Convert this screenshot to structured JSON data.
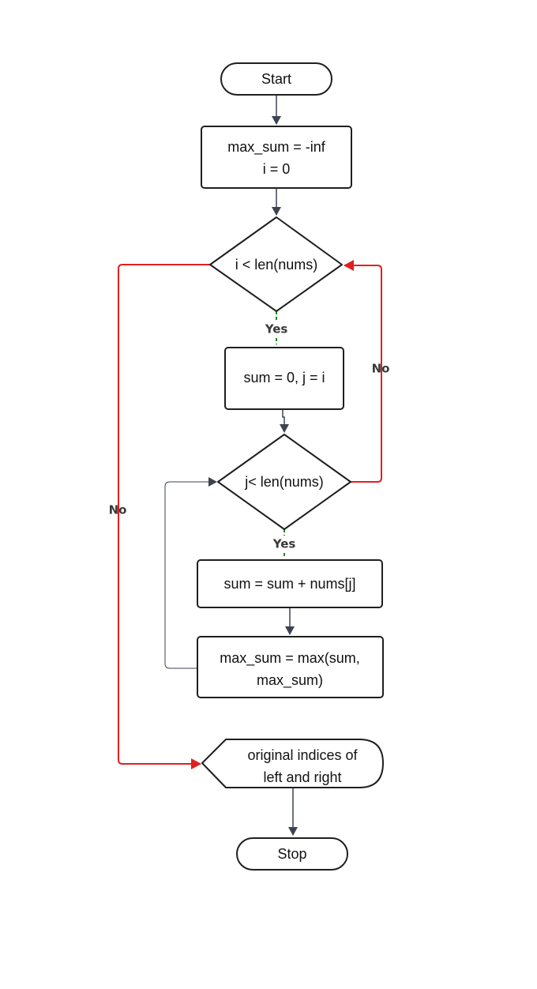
{
  "nodes": {
    "start": "Start",
    "init_line1": "max_sum = -inf",
    "init_line2": "i = 0",
    "cond_i": "i < len(nums)",
    "init_inner": "sum = 0, j = i",
    "cond_j": "j< len(nums)",
    "update_sum": "sum = sum + nums[j]",
    "update_max_line1": "max_sum = max(sum,",
    "update_max_line2": "max_sum)",
    "output_line1": "original indices of",
    "output_line2": "left and right",
    "stop": "Stop"
  },
  "edges": {
    "cond_i_yes": "Yes",
    "cond_j_yes": "Yes",
    "cond_j_no": "No",
    "cond_i_no": "No"
  },
  "colors": {
    "yes_edge": "#1a8a1a",
    "no_edge": "#e02020",
    "default_edge": "#3d4350"
  }
}
